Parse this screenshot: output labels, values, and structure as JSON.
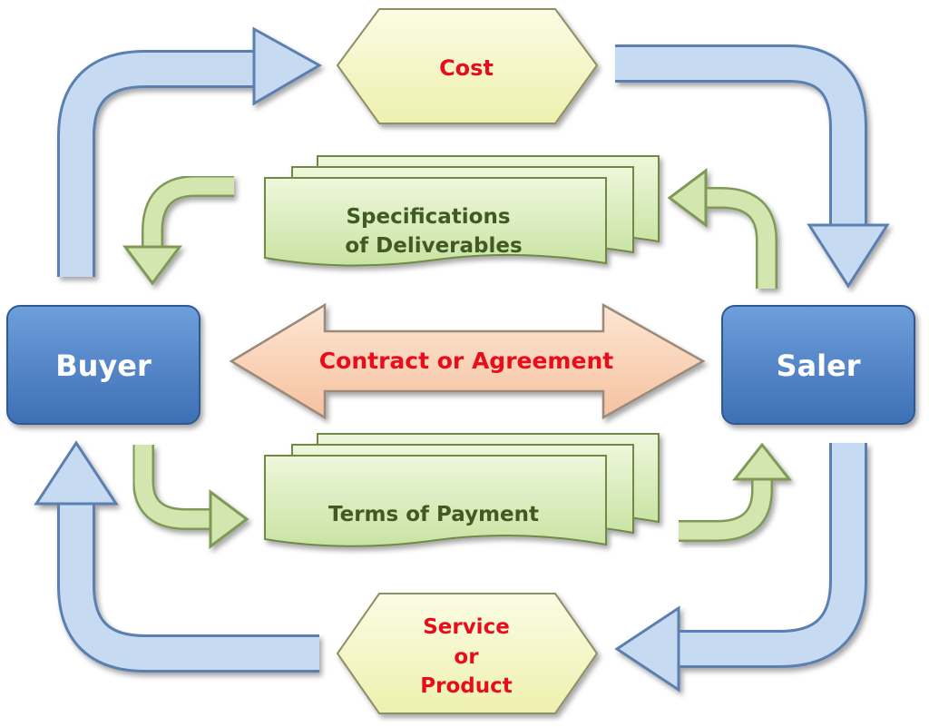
{
  "nodes": {
    "buyer": "Buyer",
    "saler": "Saler",
    "cost": "Cost",
    "service": [
      "Service",
      "or",
      "Product"
    ],
    "specs": [
      "Specifications",
      "of Deliverables"
    ],
    "terms": "Terms of Payment",
    "contract": "Contract or Agreement"
  },
  "colors": {
    "box_blue": "#4f81c4",
    "hex_fill": "#f5f7c8",
    "doc_fill": "#d9ecb8",
    "contract_fill": "#fbd3b6",
    "red_text": "#e8101a",
    "green_text": "#3f5a22",
    "blue_arrow": "#bcd3ef",
    "green_arrow": "#d3e6b0"
  }
}
